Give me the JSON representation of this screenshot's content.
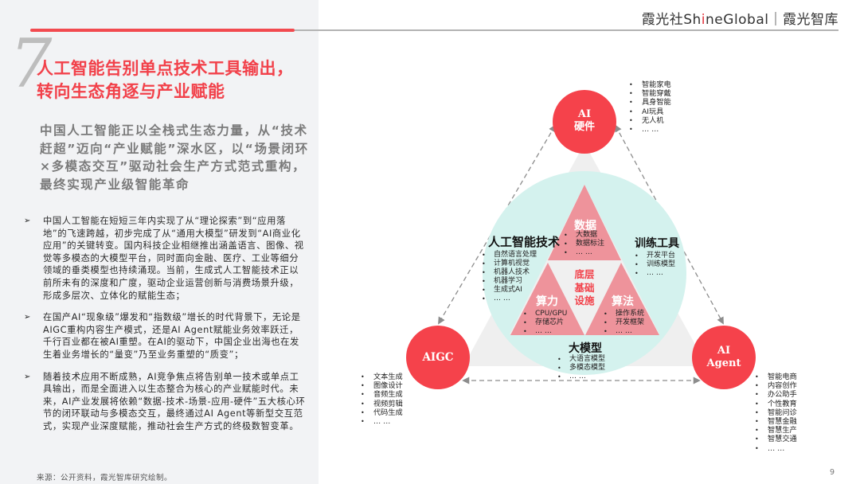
{
  "header": {
    "brand_prefix": "霞光社Sh",
    "brand_highlight": "i",
    "brand_suffix": "neGlobal｜霞光智库"
  },
  "section_number": "7",
  "title": {
    "line1": "人工智能告别单点技术工具输出，",
    "line2": "转向生态角逐与产业赋能"
  },
  "subtitle": "中国人工智能正以全栈式生态力量，从“技术赶超”迈向“产业赋能”深水区，以“场景闭环×多模态交互”驱动社会生产方式范式重构，最终实现产业级智能革命",
  "bullets": [
    {
      "marker": "➢",
      "text": "中国人工智能在短短三年内实现了从“理论探索”到“应用落地”的飞速跨越，初步完成了从“通用大模型”研发到“AI商业化应用”的关键转变。国内科技企业相继推出涵盖语言、图像、视觉等多模态的大模型平台，同时面向金融、医疗、工业等细分领域的垂类模型也持续涌现。当前，生成式人工智能技术正以前所未有的深度和广度，驱动企业运营创新与消费场景升级，形成多层次、立体化的赋能生态；"
    },
    {
      "marker": "➢",
      "text": "在国产AI“现象级”爆发和“指数级”增长的时代背景下，无论是AIGC重构内容生产模式，还是AI Agent赋能业务效率跃迁，千行百业都在被AI重塑。在AI的驱动下，中国企业出海也在发生着业务增长的“量变”乃至业务重塑的“质变”；"
    },
    {
      "marker": "➢",
      "text": "随着技术应用不断成熟，AI竞争焦点将告别单一技术或单点工具输出，而是全面进入以生态整合为核心的产业赋能时代。未来，AI产业发展将依赖“数据-技术-场景-应用-硬件”五大核心环节的闭环联动与多模态交互，最终通过AI Agent等新型交互范式，实现产业深度赋能，推动社会生产方式的终极数智变革。"
    }
  ],
  "source": "来源：公开资料，霞光智库研究绘制。",
  "page_number": "9",
  "diagram": {
    "colors": {
      "node_red": "#f5424b",
      "teal_circle": "#d4f2ee",
      "pink_triangle": "#ee939b",
      "back_triangle": "#efefef",
      "center_text": "#f2414a",
      "dashed_line": "#8c8c8c"
    },
    "nodes": {
      "hardware": {
        "line1": "AI",
        "line2": "硬件",
        "items": [
          "智能家电",
          "智能穿戴",
          "具身智能",
          "AI玩具",
          "无人机",
          "… …"
        ]
      },
      "aigc": {
        "line1": "AIGC",
        "items": [
          "文本生成",
          "图像设计",
          "音频生成",
          "视频剪辑",
          "代码生成",
          "… …"
        ]
      },
      "agent": {
        "line1": "AI",
        "line2": "Agent",
        "items": [
          "智能电商",
          "内容创作",
          "办公助手",
          "个性教育",
          "智能问诊",
          "智慧金融",
          "智慧生产",
          "智慧交通",
          "… …"
        ]
      }
    },
    "sections": {
      "ai_tech": {
        "title": "人工智能技术",
        "items": [
          "自然语言处理",
          "计算机视觉",
          "机器人技术",
          "机器学习",
          "生成式AI",
          "… …"
        ]
      },
      "training": {
        "title": "训练工具",
        "items": [
          "开发平台",
          "训练模型",
          "… …"
        ]
      },
      "llm": {
        "title": "大模型",
        "items": [
          "大语言模型",
          "多模态模型",
          "… …"
        ]
      }
    },
    "triangles": {
      "data": {
        "title": "数据",
        "items": [
          "大数据",
          "数据标注",
          "… …"
        ]
      },
      "compute": {
        "title": "算力",
        "items": [
          "CPU/GPU",
          "存储芯片",
          "… …"
        ]
      },
      "algorithm": {
        "title": "算法",
        "items": [
          "操作系统",
          "开发框架",
          "… …"
        ]
      }
    },
    "center": [
      "底层",
      "基础",
      "设施"
    ]
  }
}
